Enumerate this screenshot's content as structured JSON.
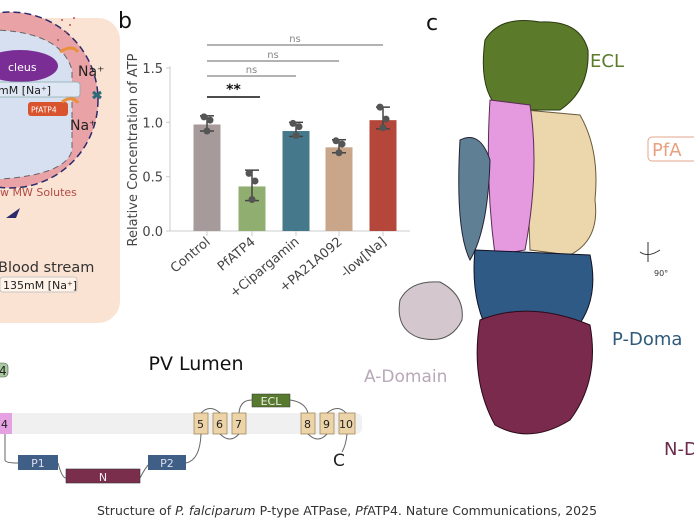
{
  "panel_labels": {
    "b": "b",
    "c": "c"
  },
  "panel_a": {
    "nucleus": "cleus",
    "parasite_na": "mM [Na⁺]",
    "pfatp4": "PfATP4",
    "na_ion": "Na⁺",
    "solutes": "w MW Solutes",
    "blood_stream": "Blood stream",
    "blood_na": "135mM [Na⁺]"
  },
  "topology": {
    "title": "PV Lumen",
    "left_badge": "4",
    "segments": [
      "4",
      "5",
      "6",
      "7",
      "8",
      "9",
      "10"
    ],
    "ecl": "ECL",
    "p1": "P1",
    "p2": "P2",
    "n": "N",
    "c_terminus": "C"
  },
  "structure": {
    "ecl": "ECL",
    "pfa": "PfA",
    "rotation": "90°",
    "p_domain": "P-Doma",
    "a_domain": "A-Domain",
    "n_domain": "N-D"
  },
  "chart_data": {
    "type": "bar",
    "ylabel": "Relative Concentration of ATP",
    "ylim": [
      0,
      1.5
    ],
    "yticks": [
      "0.0",
      "0.5",
      "1.0",
      "1.5"
    ],
    "categories": [
      "Control",
      "PfATP4",
      "+Cipargamin",
      "+PA21A092",
      "-low[Na]"
    ],
    "values": [
      0.98,
      0.41,
      0.92,
      0.77,
      1.02
    ],
    "error_low": [
      0.92,
      0.28,
      0.87,
      0.72,
      0.94
    ],
    "error_high": [
      1.06,
      0.56,
      1.0,
      0.84,
      1.14
    ],
    "points": [
      [
        1.05,
        1.02,
        0.92
      ],
      [
        0.53,
        0.46,
        0.29
      ],
      [
        0.99,
        0.96,
        0.88
      ],
      [
        0.83,
        0.8,
        0.72
      ],
      [
        1.14,
        1.03,
        0.95
      ]
    ],
    "colors": [
      "#a79a9b",
      "#8fae70",
      "#44788a",
      "#c9a68a",
      "#b5463a"
    ],
    "significance": [
      {
        "from": "Control",
        "to": "PfATP4",
        "label": "**"
      },
      {
        "from": "Control",
        "to": "+Cipargamin",
        "label": "ns"
      },
      {
        "from": "Control",
        "to": "+PA21A092",
        "label": "ns"
      },
      {
        "from": "Control",
        "to": "-low[Na]",
        "label": "ns"
      }
    ]
  },
  "caption": {
    "pre": "Structure of ",
    "species": "P. falciparum",
    "mid": " P-type ATPase, ",
    "pf": "Pf",
    "post": "ATP4. Nature Communications, 2025"
  }
}
